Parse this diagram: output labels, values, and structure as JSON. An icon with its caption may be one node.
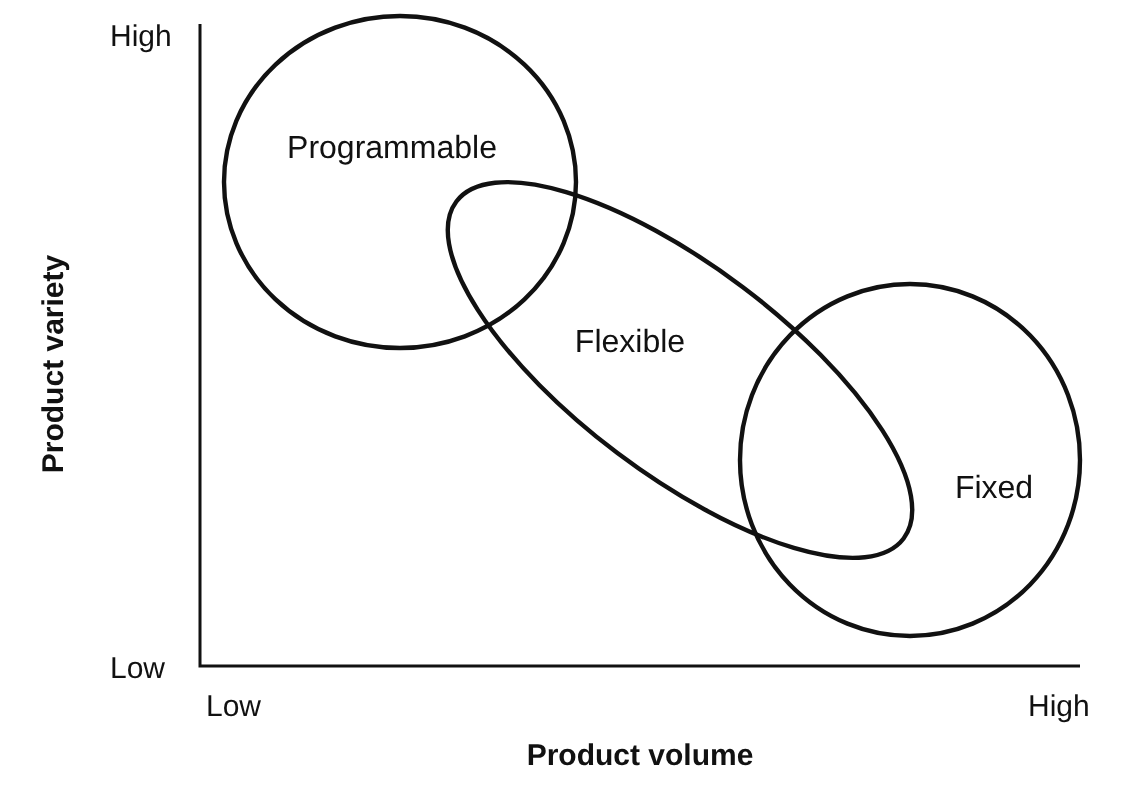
{
  "diagram": {
    "nodes": [
      {
        "text": [
          "Programmable"
        ]
      },
      {
        "text": [
          "Flexible"
        ]
      },
      {
        "text": [
          "Fixed"
        ]
      }
    ],
    "labels": [
      "High",
      "Product variety",
      "Low",
      "Low",
      "High",
      "Product volume"
    ]
  }
}
